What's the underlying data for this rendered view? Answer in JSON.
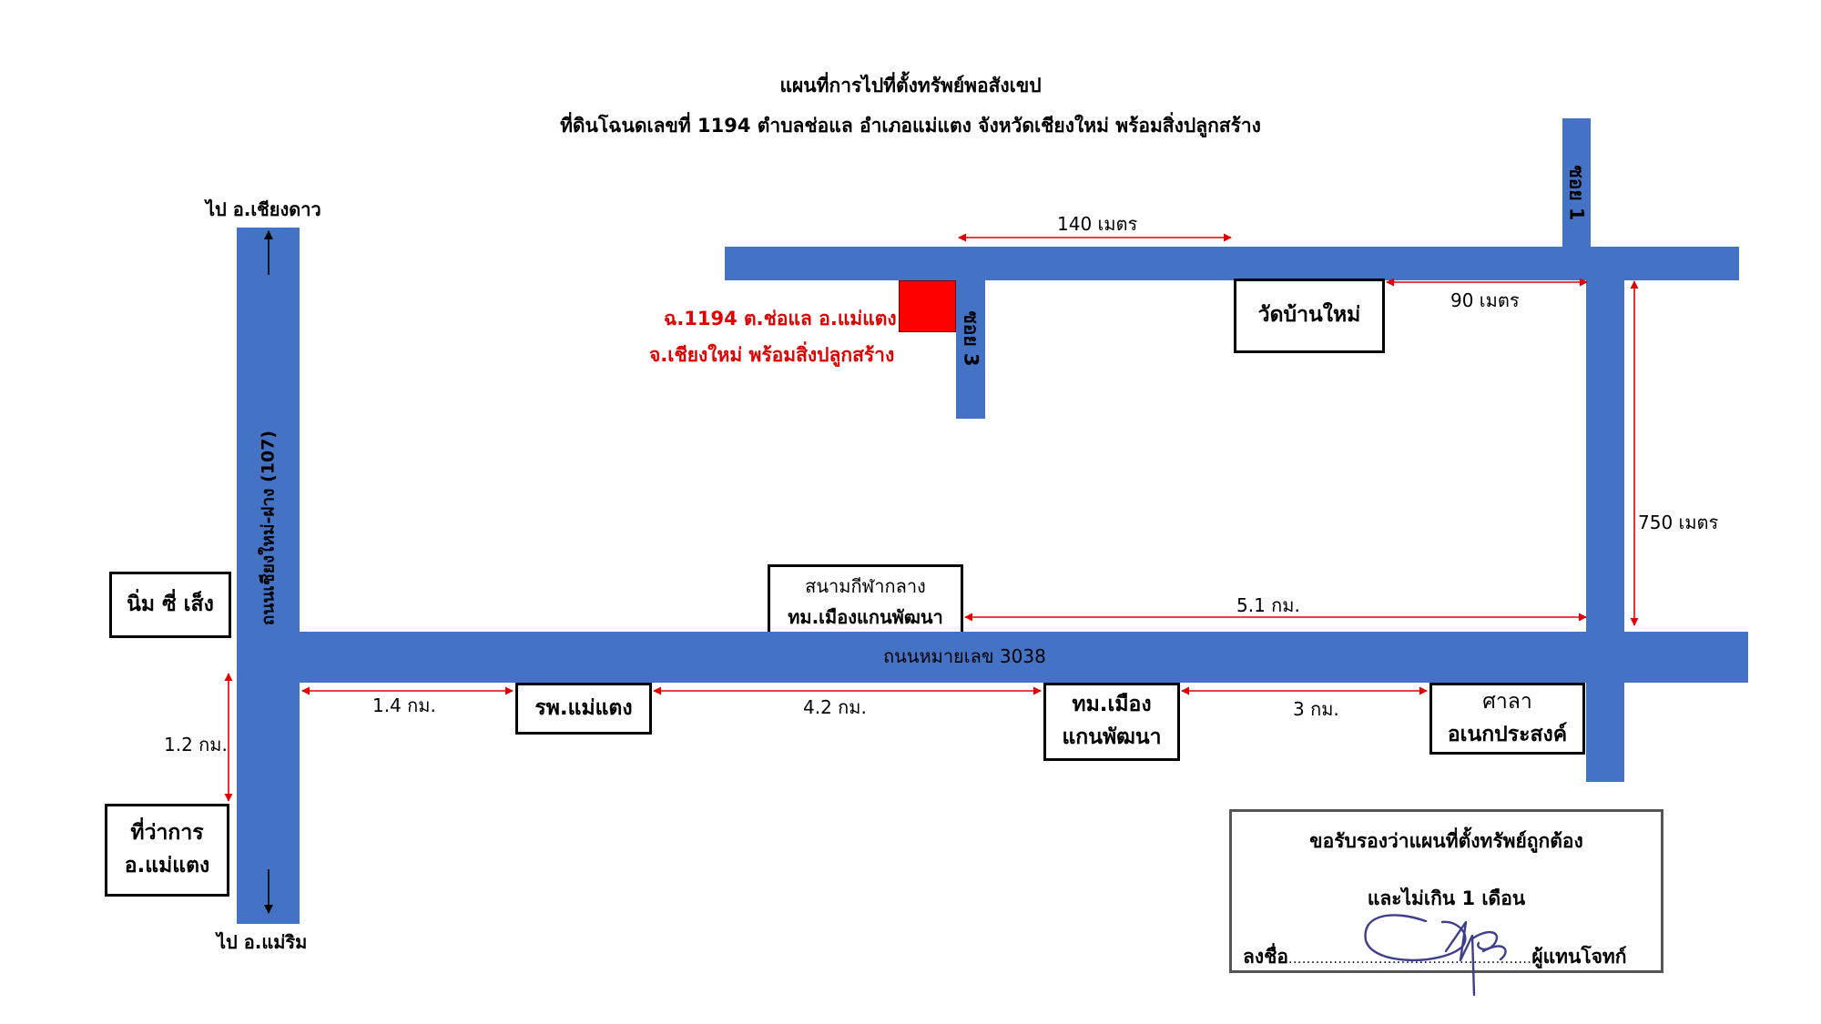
{
  "title": {
    "line1": "แผนที่การไปที่ตั้งทรัพย์พอสังเขป",
    "line2": "ที่ดินโฉนดเลขที่ 1194 ตำบลช่อแล  อำเภอแม่แตง  จังหวัดเชียงใหม่ พร้อมสิ่งปลูกสร้าง"
  },
  "roads": {
    "highway_label": "ถนนเชียงใหม่-ฝาง (107)",
    "main_road_label": "ถนนหมายเลข 3038",
    "soi1_label": "ซอย 1",
    "soi3_label": "ซอย 3"
  },
  "directions": {
    "north": "ไป อ.เชียงดาว",
    "south": "ไป อ.แม่ริม"
  },
  "property": {
    "line1": "ฉ.1194 ต.ช่อแล อ.แม่แตง",
    "line2": "จ.เชียงใหม่ พร้อมสิ่งปลูกสร้าง",
    "marker_color": "#ff0000"
  },
  "landmarks": {
    "wat": "วัดบ้านใหม่",
    "stadium_line1": "สนามกีฬากลาง",
    "stadium_line2": "ทม.เมืองแกนพัฒนา",
    "nim_c_lang": "นิ่ม ซี่ เส็ง",
    "district_office_line1": "ที่ว่าการ",
    "district_office_line2": "อ.แม่แตง",
    "hospital": "รพ.แม่แตง",
    "municipality_line1": "ทม.เมือง",
    "municipality_line2": "แกนพัฒนา",
    "sala_line1": "ศาลา",
    "sala_line2": "อเนกประสงค์"
  },
  "distances": {
    "d140": "140 เมตร",
    "d90": "90 เมตร",
    "d750": "750 เมตร",
    "d5_1": "5.1 กม.",
    "d1_4": "1.4 กม.",
    "d4_2": "4.2 กม.",
    "d3": "3 กม.",
    "d1_2": "1.2 กม."
  },
  "certification": {
    "line1": "ขอรับรองว่าแผนที่ตั้งทรัพย์ถูกต้อง",
    "line2": "และไม่เกิน 1 เดือน",
    "sign_prefix": "ลงชื่อ",
    "sign_dots": "......................................................",
    "sign_suffix": "ผู้แทนโจทก์"
  },
  "colors": {
    "road": "#4472c4",
    "arrow": "#e00000",
    "property_text": "#e00000"
  }
}
